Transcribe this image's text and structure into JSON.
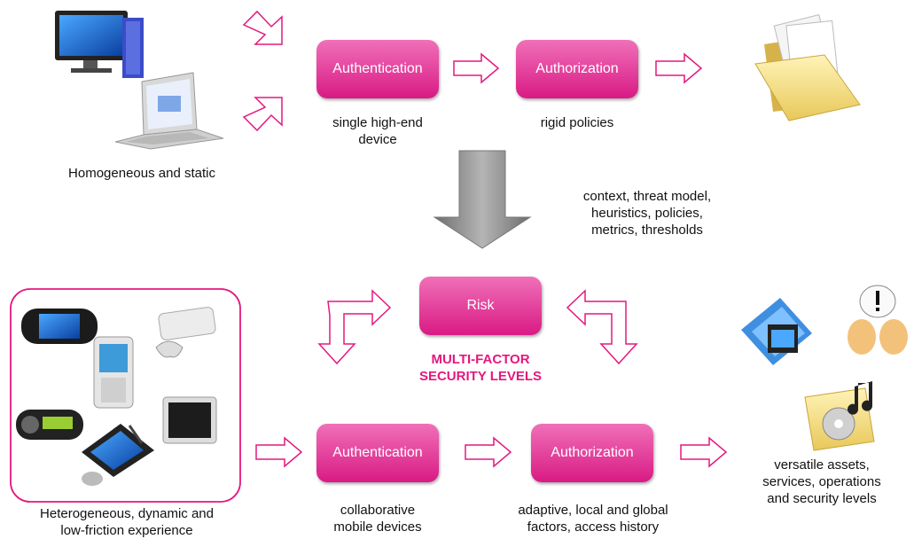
{
  "top": {
    "auth_label": "Authentication",
    "authz_label": "Authorization",
    "auth_caption_1": "single high-end",
    "auth_caption_2": "device",
    "authz_caption": "rigid policies",
    "devices_caption": "Homogeneous and static"
  },
  "middle": {
    "risk_label": "Risk",
    "factors_1": "context, threat model,",
    "factors_2": "heuristics, policies,",
    "factors_3": "metrics, thresholds",
    "multifactor_1": "MULTI-FACTOR",
    "multifactor_2": "SECURITY LEVELS"
  },
  "bottom": {
    "auth_label": "Authentication",
    "authz_label": "Authorization",
    "auth_caption_1": "collaborative",
    "auth_caption_2": "mobile devices",
    "authz_caption_1": "adaptive, local and global",
    "authz_caption_2": "factors, access history",
    "devices_caption_1": "Heterogeneous, dynamic and",
    "devices_caption_2": "low-friction experience",
    "assets_caption_1": "versatile assets,",
    "assets_caption_2": "services, operations",
    "assets_caption_3": "and security levels"
  },
  "colors": {
    "accent": "#e3187f",
    "pill_top": "#f070b8",
    "pill_bottom": "#d91a84",
    "big_arrow": "#8f8f8f"
  }
}
